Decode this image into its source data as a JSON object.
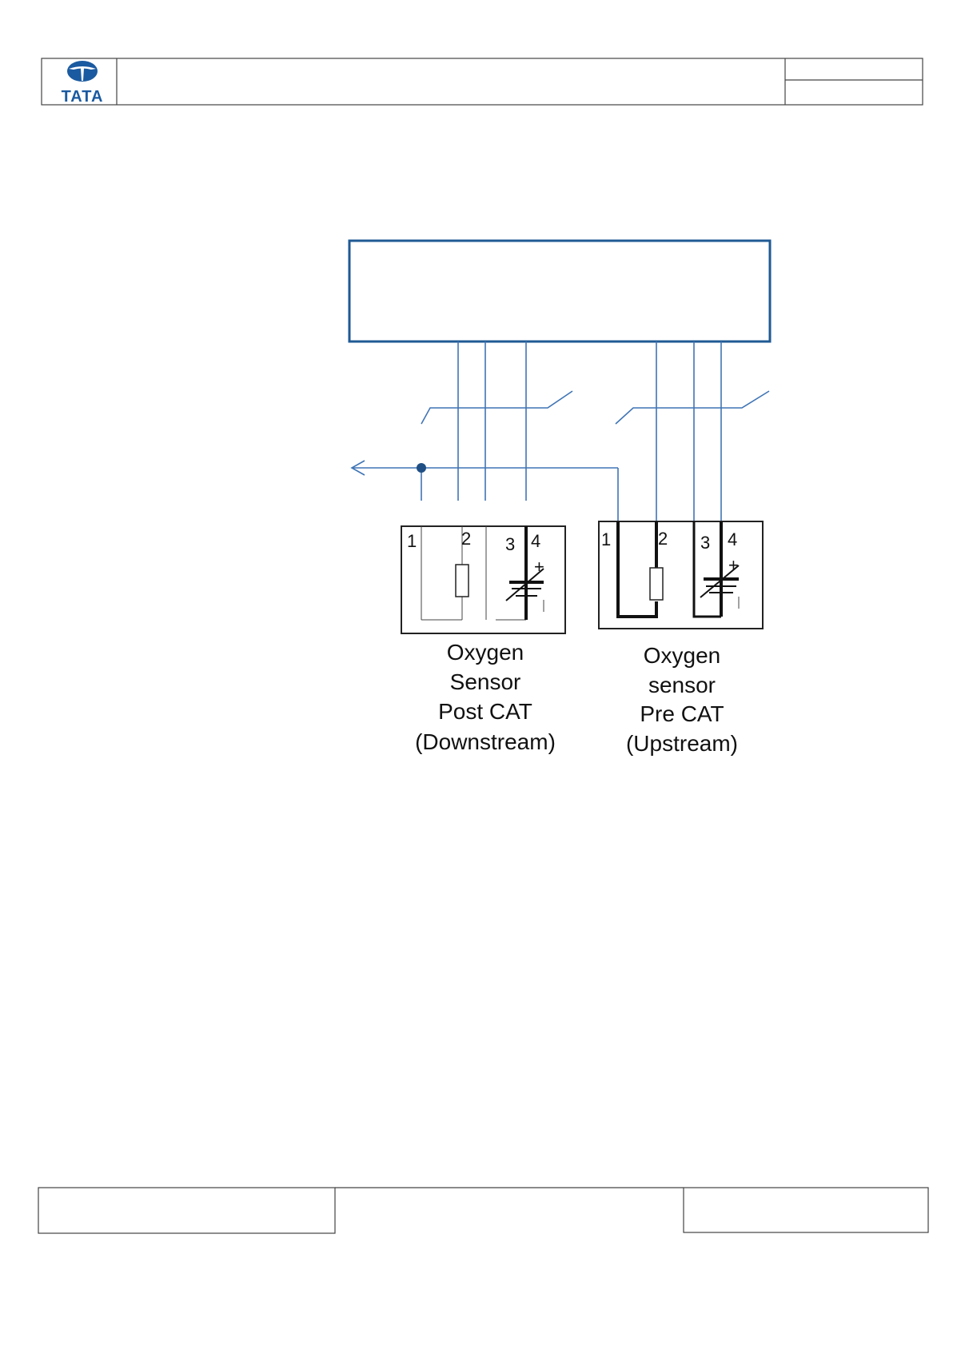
{
  "header": {
    "logo_text": "TATA"
  },
  "diagram": {
    "pins": [
      "1",
      "2",
      "3",
      "4"
    ],
    "plus_sign": "+",
    "sensor_post": {
      "lines": [
        "Oxygen",
        "Sensor",
        "Post CAT",
        "(Downstream)"
      ]
    },
    "sensor_pre": {
      "lines": [
        "Oxygen",
        "sensor",
        "Pre CAT",
        "(Upstream)"
      ]
    },
    "wire_color": "#3f74b5",
    "ecu_border_color": "#1f5a94"
  }
}
